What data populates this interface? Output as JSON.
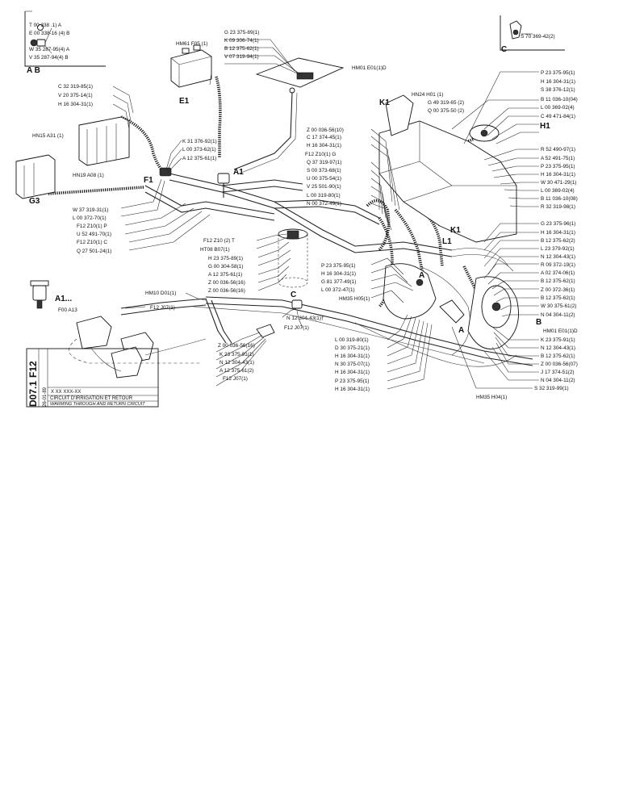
{
  "labels": [
    {
      "id": "l1",
      "text": "T 00 338        .1) A"
    },
    {
      "id": "l2",
      "text": "E 00 338-16 (4) B"
    },
    {
      "id": "l3",
      "text": "W 35 287-95(4) A"
    },
    {
      "id": "l4",
      "text": "V 35 287-94(4) B"
    },
    {
      "id": "l5",
      "text": "A B"
    },
    {
      "id": "l6",
      "text": "G 23 375-89(1)"
    },
    {
      "id": "l7",
      "text": "K 09 306-74(1)"
    },
    {
      "id": "l8",
      "text": "B 12 375-62(1)"
    },
    {
      "id": "l9",
      "text": "V 07 319-94(1)"
    },
    {
      "id": "l10",
      "text": "HM61 F05 (1)"
    },
    {
      "id": "l11",
      "text": "HM01 E01(1)D"
    },
    {
      "id": "l12",
      "text": "S 70 369-42(2)"
    },
    {
      "id": "l13",
      "text": "C"
    },
    {
      "id": "l14",
      "text": "C 32 319-85(1)"
    },
    {
      "id": "l15",
      "text": "V 20 375-14(1)"
    },
    {
      "id": "l16",
      "text": "H 16 304-31(1)"
    },
    {
      "id": "l17",
      "text": "HN15 A31 (1)"
    },
    {
      "id": "l18",
      "text": "HN19 A08 (1)"
    },
    {
      "id": "l19",
      "text": "E1"
    },
    {
      "id": "l20",
      "text": "K1"
    },
    {
      "id": "l21",
      "text": "HN24 H01 (1)"
    },
    {
      "id": "l22",
      "text": "G 49 319-65 (2)"
    },
    {
      "id": "l23",
      "text": "Q 00 375-50 (2)"
    },
    {
      "id": "l24",
      "text": "P 23 375-95(1)"
    },
    {
      "id": "l25",
      "text": "H 16 304-31(1)"
    },
    {
      "id": "l26",
      "text": "S 38 376-12(1)"
    },
    {
      "id": "l27",
      "text": "B 11 036-10(04)"
    },
    {
      "id": "l28",
      "text": "L 00 369-02(4)"
    },
    {
      "id": "l29",
      "text": "C 49 471-84(1)"
    },
    {
      "id": "l30",
      "text": "H1"
    },
    {
      "id": "l31",
      "text": "R 52 490-97(1)"
    },
    {
      "id": "l32",
      "text": "A 52 491-75(1)"
    },
    {
      "id": "l33",
      "text": "P 23 375-95(1)"
    },
    {
      "id": "l34",
      "text": "H 16 304-31(1)"
    },
    {
      "id": "l35",
      "text": "W 30 471-29(1)"
    },
    {
      "id": "l36",
      "text": "L 00 369-02(4)"
    },
    {
      "id": "l37",
      "text": "B 11 036-10(08)"
    },
    {
      "id": "l38",
      "text": "R 32 319-98(1)"
    },
    {
      "id": "l39",
      "text": "Z 00 036-56(10)"
    },
    {
      "id": "l40",
      "text": "C 17 374-45(1)"
    },
    {
      "id": "l41",
      "text": "H 16 304-31(1)"
    },
    {
      "id": "l42",
      "text": "F12  Z10(1) G"
    },
    {
      "id": "l43",
      "text": "Q 37 319-97(1)"
    },
    {
      "id": "l44",
      "text": "S 00 373-68(1)"
    },
    {
      "id": "l45",
      "text": "U 00 375-54(1)"
    },
    {
      "id": "l46",
      "text": "V 25 501-90(1)"
    },
    {
      "id": "l47",
      "text": "L 00 319-80(1)"
    },
    {
      "id": "l48",
      "text": "N 00 372-49(1)"
    },
    {
      "id": "l49",
      "text": "K 31 376-92(1)"
    },
    {
      "id": "l50",
      "text": "L 00 373-62(1)"
    },
    {
      "id": "l51",
      "text": "A 12 375-61(1)"
    },
    {
      "id": "l52",
      "text": "A1"
    },
    {
      "id": "l53",
      "text": "F1"
    },
    {
      "id": "l54",
      "text": "G3"
    },
    {
      "id": "l55",
      "text": "W 37 319-31(1)"
    },
    {
      "id": "l56",
      "text": "L 00 372-70(1)"
    },
    {
      "id": "l57",
      "text": "F12  Z10(1) P"
    },
    {
      "id": "l58",
      "text": "U 52 491-70(1)"
    },
    {
      "id": "l59",
      "text": "F12  Z10(1) C"
    },
    {
      "id": "l60",
      "text": "Q 27 501-24(1)"
    },
    {
      "id": "l61",
      "text": "F12   Z10 (2) T"
    },
    {
      "id": "l62",
      "text": "HT08 B07(1)"
    },
    {
      "id": "l63",
      "text": "H 23 375-89(1)"
    },
    {
      "id": "l64",
      "text": "G 00 304-58(1)"
    },
    {
      "id": "l65",
      "text": "A 12 375-61(1)"
    },
    {
      "id": "l66",
      "text": "Z 00 036-56(16)"
    },
    {
      "id": "l67",
      "text": "Z 00 036-56(16)"
    },
    {
      "id": "l68",
      "text": "P 23 375-95(1)"
    },
    {
      "id": "l69",
      "text": "H 16 304-31(1)"
    },
    {
      "id": "l70",
      "text": "G 81 377-49(1)"
    },
    {
      "id": "l71",
      "text": "L 00 372-47(1)"
    },
    {
      "id": "l72",
      "text": "HM35 H05(1)"
    },
    {
      "id": "l73",
      "text": "L1"
    },
    {
      "id": "l74",
      "text": "K1"
    },
    {
      "id": "l75",
      "text": "A"
    },
    {
      "id": "l76",
      "text": "G 23 375-96(1)"
    },
    {
      "id": "l77",
      "text": "H 16 304-31(1)"
    },
    {
      "id": "l78",
      "text": "B 12 375-62(2)"
    },
    {
      "id": "l79",
      "text": "L 23 379-92(1)"
    },
    {
      "id": "l80",
      "text": "N 12 304-43(1)"
    },
    {
      "id": "l81",
      "text": "R 09 372-19(1)"
    },
    {
      "id": "l82",
      "text": "A 02 374-06(1)"
    },
    {
      "id": "l83",
      "text": "B 12 375-62(1)"
    },
    {
      "id": "l84",
      "text": "Z 00 372-36(1)"
    },
    {
      "id": "l85",
      "text": "B 12 375-62(1)"
    },
    {
      "id": "l86",
      "text": "W 30 375-61(2)"
    },
    {
      "id": "l87",
      "text": "N 04 304-11(2)"
    },
    {
      "id": "l88",
      "text": "B"
    },
    {
      "id": "l89",
      "text": "HM01 E01(1)D"
    },
    {
      "id": "l90",
      "text": "K 23 375-91(1)"
    },
    {
      "id": "l91",
      "text": "N 12 304-43(1)"
    },
    {
      "id": "l92",
      "text": "B 12 375-62(1)"
    },
    {
      "id": "l93",
      "text": "Z 00 036-56(07)"
    },
    {
      "id": "l94",
      "text": "J 17 374-51(2)"
    },
    {
      "id": "l95",
      "text": "N 04 304-11(2)"
    },
    {
      "id": "l96",
      "text": "S 32 319-99(1)"
    },
    {
      "id": "l97",
      "text": "HM35 H04(1)"
    },
    {
      "id": "l98",
      "text": "A1..."
    },
    {
      "id": "l99",
      "text": "F00 A13"
    },
    {
      "id": "l100",
      "text": "HM10 D01(1)"
    },
    {
      "id": "l101",
      "text": "F12   J07(1)"
    },
    {
      "id": "l102",
      "text": "C"
    },
    {
      "id": "l103",
      "text": "N 12 304-43(1)†"
    },
    {
      "id": "l104",
      "text": "F12 J07(1)"
    },
    {
      "id": "l105",
      "text": "Z 00 036-56(16)"
    },
    {
      "id": "l106",
      "text": "K 23 375-91(1)"
    },
    {
      "id": "l107",
      "text": "N 12 304-43(1)"
    },
    {
      "id": "l108",
      "text": "A 12 375-61(2)"
    },
    {
      "id": "l109",
      "text": "F12   J07(1)"
    },
    {
      "id": "l110",
      "text": "L 00 319-80(1)"
    },
    {
      "id": "l111",
      "text": "D 30 375-21(1)"
    },
    {
      "id": "l112",
      "text": "H 16 304-31(1)"
    },
    {
      "id": "l113",
      "text": "N 30 375-07(1)"
    },
    {
      "id": "l114",
      "text": "H 16 304-31(1)"
    },
    {
      "id": "l115",
      "text": "P 23 375-95(1)"
    },
    {
      "id": "l116",
      "text": "H 16 304-31(1)"
    },
    {
      "id": "l117",
      "text": "A"
    }
  ],
  "title_block": {
    "side_code_1": "F12",
    "side_code_2": "D07.1",
    "model_text": "X  XX  XXX-XX",
    "date_text": "26-01-89",
    "title_fr": "CIRCUIT D'IRRIGATION ET RETOUR",
    "title_en": "WARMING THROUGH AND RETURN CIRCUIT"
  }
}
